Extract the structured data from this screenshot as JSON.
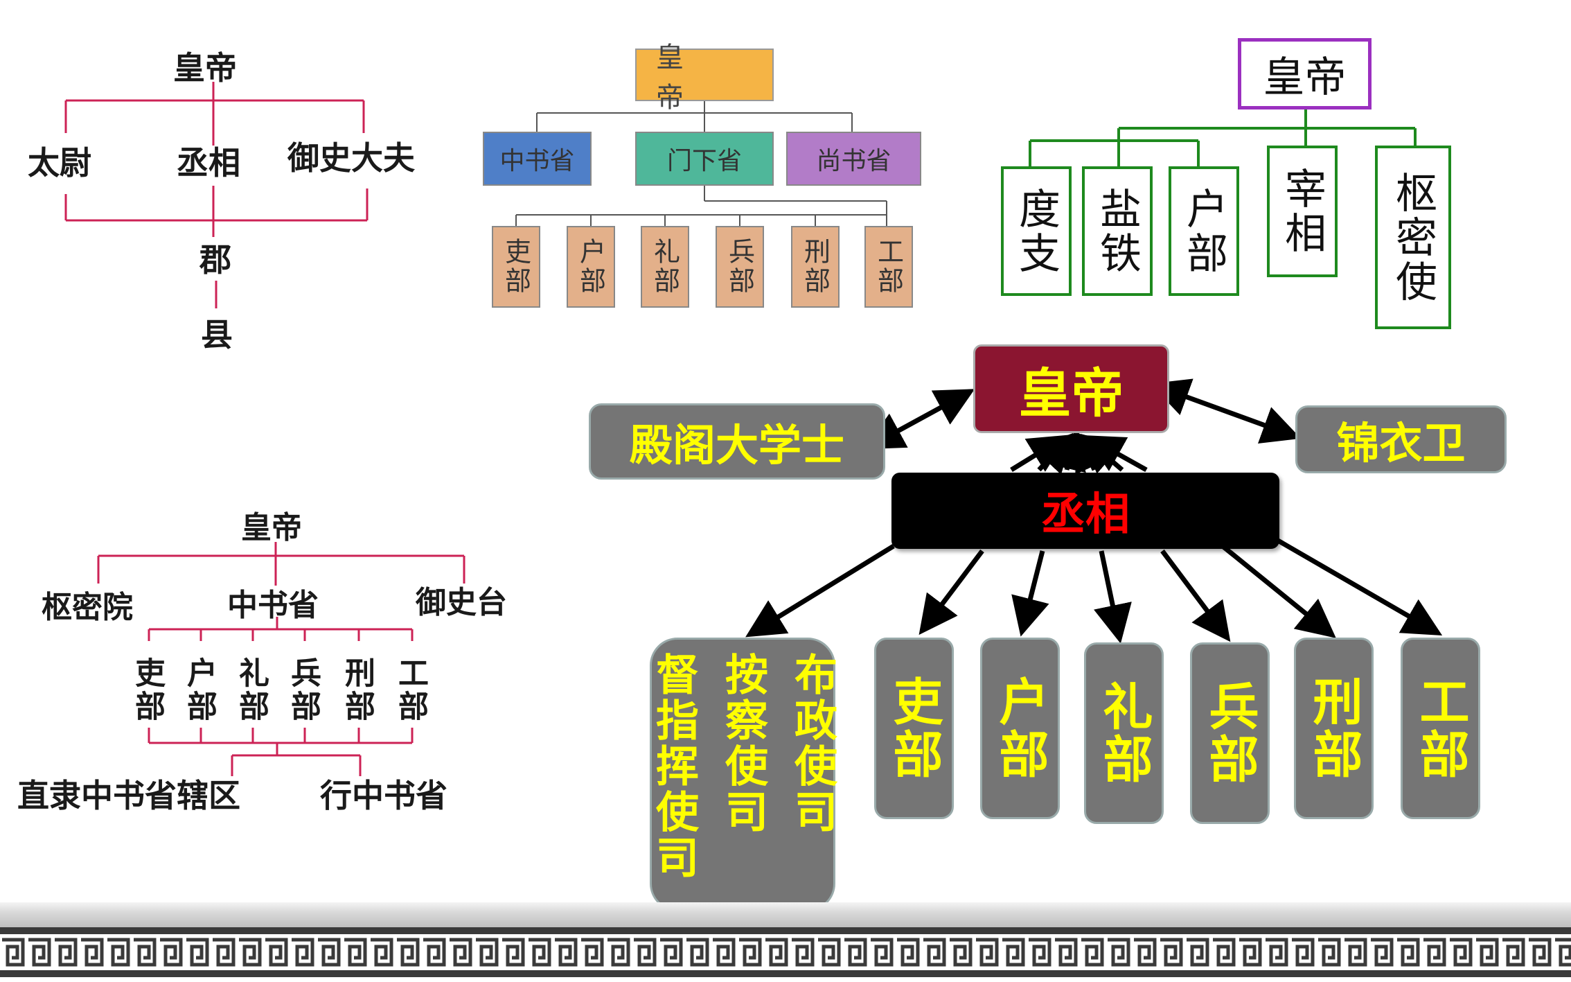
{
  "qin_han": {
    "emperor": "皇帝",
    "officials": [
      "太尉",
      "丞相",
      "御史大夫"
    ],
    "commandery": "郡",
    "county": "县"
  },
  "sui_tang": {
    "emperor": "皇 帝",
    "departments": [
      "中书省",
      "门下省",
      "尚书省"
    ],
    "ministries": [
      "吏部",
      "户部",
      "礼部",
      "兵部",
      "刑部",
      "工部"
    ]
  },
  "song": {
    "emperor": "皇帝",
    "offices": [
      "度支",
      "盐铁",
      "户部",
      "宰相",
      "枢密使"
    ]
  },
  "yuan": {
    "emperor": "皇帝",
    "branches": [
      "枢密院",
      "中书省",
      "御史台"
    ],
    "ministries": [
      "吏部",
      "户部",
      "礼部",
      "兵部",
      "刑部",
      "工部"
    ],
    "regions": [
      "直隶中书省辖区",
      "行中书省"
    ]
  },
  "ming": {
    "emperor": "皇帝",
    "grand_secretary": "殿阁大学士",
    "embroidered_guard": "锦衣卫",
    "chancellor": "丞相",
    "provincial_offices": [
      "布政使司",
      "按察使司",
      "督指挥使司"
    ],
    "ministries": [
      "吏部",
      "户部",
      "礼部",
      "兵部",
      "刑部",
      "工部"
    ]
  },
  "colors": {
    "qin_han_lines": "#cc2255",
    "sui_tang_top": "#f5b445",
    "zhongshu": "#4f7fc8",
    "menxia": "#4fb79a",
    "shangshu": "#b27cc8",
    "ministry": "#e3b08a",
    "song_emperor_border": "#9b30c0",
    "song_border": "#1e8a1e",
    "ming_emperor": "#8b1530",
    "ming_box": "#757575",
    "ming_text": "#ffff00",
    "chancellor_text": "#ff0000"
  }
}
